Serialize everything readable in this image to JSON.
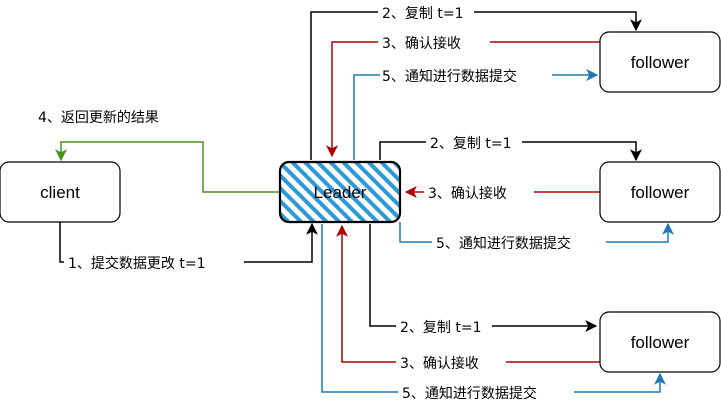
{
  "nodes": {
    "client": "client",
    "leader": "Leader",
    "follower_top": "follower",
    "follower_mid": "follower",
    "follower_bottom": "follower"
  },
  "edges": {
    "submit": "1、提交数据更改 t=1",
    "return": "4、返回更新的结果",
    "top": {
      "replicate": "2、复制 t=1",
      "ack": "3、确认接收",
      "commit": "5、通知进行数据提交"
    },
    "mid": {
      "replicate": "2、复制 t=1",
      "ack": "3、确认接收",
      "commit": "5、通知进行数据提交"
    },
    "bottom": {
      "replicate": "2、复制 t=1",
      "ack": "3、确认接收",
      "commit": "5、通知进行数据提交"
    }
  },
  "colors": {
    "black": "#000000",
    "red": "#b20000",
    "blue": "#1f78b4",
    "green": "#4d8f1c",
    "leader_hatch": "#2b9ad6"
  }
}
